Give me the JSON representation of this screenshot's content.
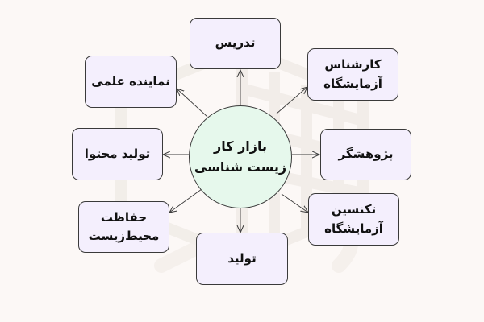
{
  "diagram": {
    "type": "mind-map",
    "colors": {
      "background": "#fcf8f6",
      "box_fill": "#f4effd",
      "center_fill": "#e6f8ec",
      "stroke": "#3a3a3a",
      "text": "#111111"
    },
    "center": {
      "line1": "بازار کار",
      "line2": "زیست شناسی"
    },
    "nodes": {
      "top": {
        "line1": "تدریس"
      },
      "top_right": {
        "line1": "کارشناس",
        "line2": "آزمایشگاه"
      },
      "right": {
        "line1": "پژوهشگر"
      },
      "bottom_right": {
        "line1": "تکنسین",
        "line2": "آزمایشگاه"
      },
      "bottom": {
        "line1": "تولید"
      },
      "bottom_left": {
        "line1": "حفاظت",
        "line2": "محیط‌زیست"
      },
      "left": {
        "line1": "تولید محتوا"
      },
      "top_left": {
        "line1": "نماینده علمی"
      }
    }
  }
}
